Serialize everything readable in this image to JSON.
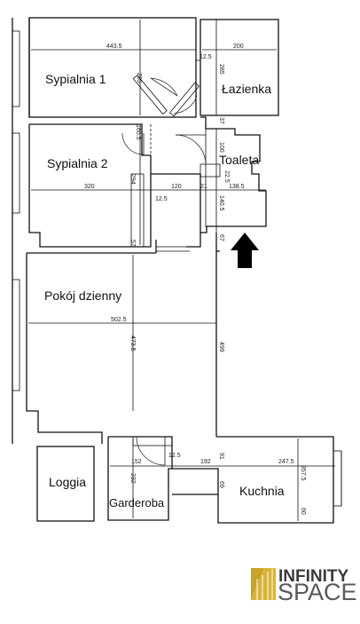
{
  "rooms": {
    "sypialnia1": "Sypialnia 1",
    "lazienka": "Łazienka",
    "sypialnia2": "Sypialnia 2",
    "toaleta": "Toaleta",
    "pokoj": "Pokój dzienny",
    "loggia": "Loggia",
    "garderoba": "Garderoba",
    "kuchnia": "Kuchnia"
  },
  "dimensions": {
    "d1": "443.5",
    "d2": "285",
    "d3": "12.5",
    "d4": "200",
    "d5": "285",
    "d6": "37",
    "d7": "160.5",
    "d8": "100",
    "d9": "22.5",
    "d10": "294",
    "d11": "320",
    "d12": "120",
    "d13": "21",
    "d14": "138.5",
    "d15": "12.5",
    "d16": "140.5",
    "d17": "57",
    "d18": "67",
    "d19": "502.5",
    "d20": "473.5",
    "d21": "499",
    "d22": "12.5",
    "d23": "152",
    "d24": "192",
    "d25": "91",
    "d26": "247.5",
    "d27": "232",
    "d28": "69",
    "d29": "357.5",
    "d30": "60"
  },
  "logo": {
    "line1": "INFINITY",
    "line2": "SPACE"
  },
  "colors": {
    "logo_gold": "#c9a227",
    "walls": "#111111",
    "arrow": "#000000"
  }
}
